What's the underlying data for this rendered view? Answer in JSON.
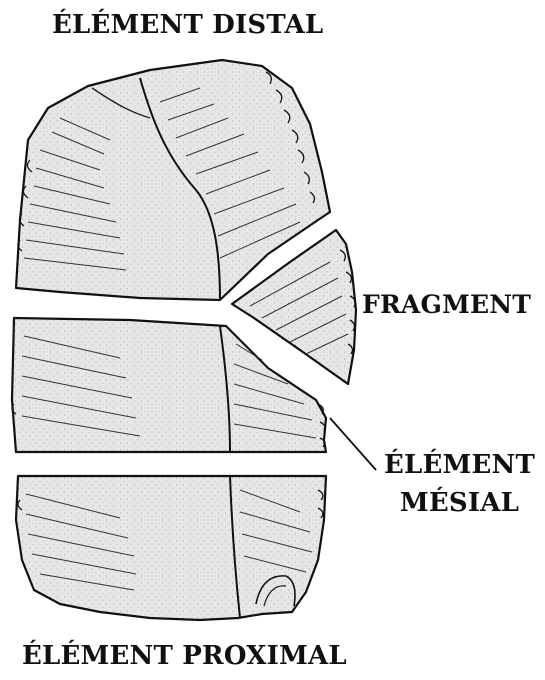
{
  "labels": {
    "distal": "ÉLÉMENT DISTAL",
    "fragment": "FRAGMENT",
    "mesial_line1": "ÉLÉMENT",
    "mesial_line2": "MÉSIAL",
    "proximal": "ÉLÉMENT PROXIMAL"
  },
  "colors": {
    "stone_fill": "#e6e6e6",
    "outline": "#111111",
    "background": "#ffffff"
  }
}
